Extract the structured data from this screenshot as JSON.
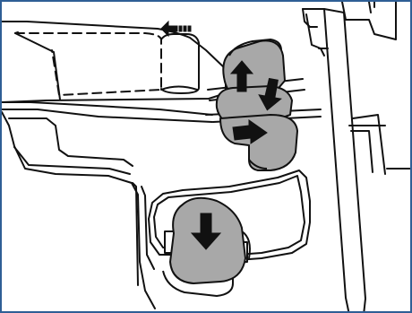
{
  "figure": {
    "description_hidden": "",
    "line_color": "#111111",
    "fill_color": "#a8a8a8",
    "frame_color": "#2f5f95",
    "background": "#ffffff",
    "arrows": [
      {
        "name": "left-direction-arrow-icon",
        "direction": "left"
      },
      {
        "name": "up-arrow-icon",
        "direction": "up"
      },
      {
        "name": "down-arrow-icon",
        "direction": "down"
      },
      {
        "name": "right-arrow-icon",
        "direction": "right"
      },
      {
        "name": "lower-down-arrow-icon",
        "direction": "down"
      }
    ]
  }
}
